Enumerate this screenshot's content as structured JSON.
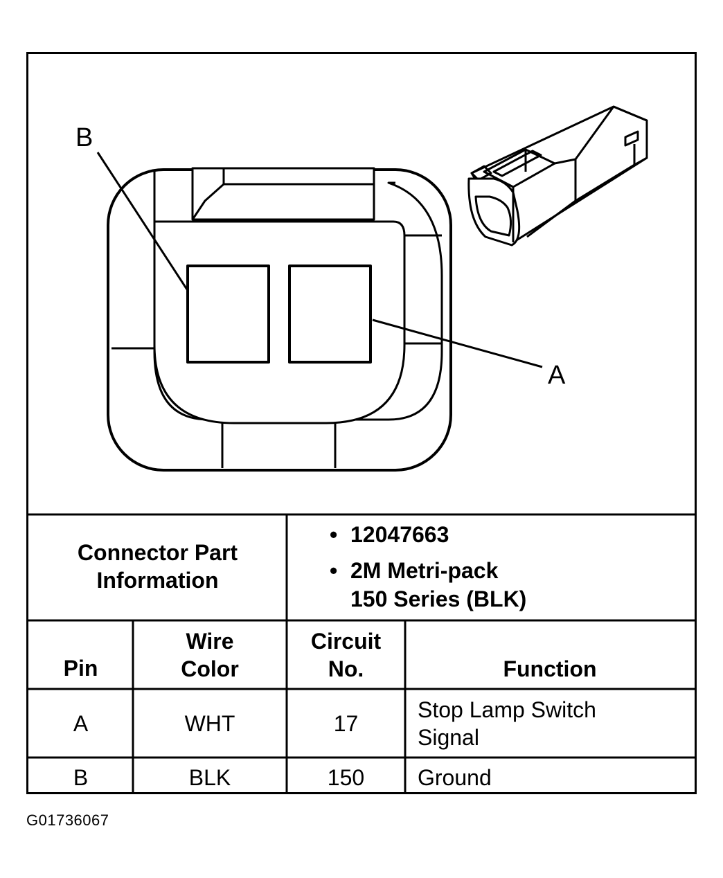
{
  "diagram": {
    "callout_a": "A",
    "callout_b": "B"
  },
  "connector_info": {
    "label_line1": "Connector Part",
    "label_line2": "Information",
    "part_number": "12047663",
    "series_line1": "2M Metri-pack",
    "series_line2": "150 Series (BLK)",
    "bullet": "•"
  },
  "table": {
    "headers": {
      "pin": "Pin",
      "wire_color_1": "Wire",
      "wire_color_2": "Color",
      "circuit_1": "Circuit",
      "circuit_2": "No.",
      "function": "Function"
    },
    "rows": [
      {
        "pin": "A",
        "wire_color": "WHT",
        "circuit": "17",
        "function_1": "Stop Lamp Switch",
        "function_2": "Signal"
      },
      {
        "pin": "B",
        "wire_color": "BLK",
        "circuit": "150",
        "function_1": "Ground",
        "function_2": ""
      }
    ]
  },
  "figure_id": "G01736067"
}
